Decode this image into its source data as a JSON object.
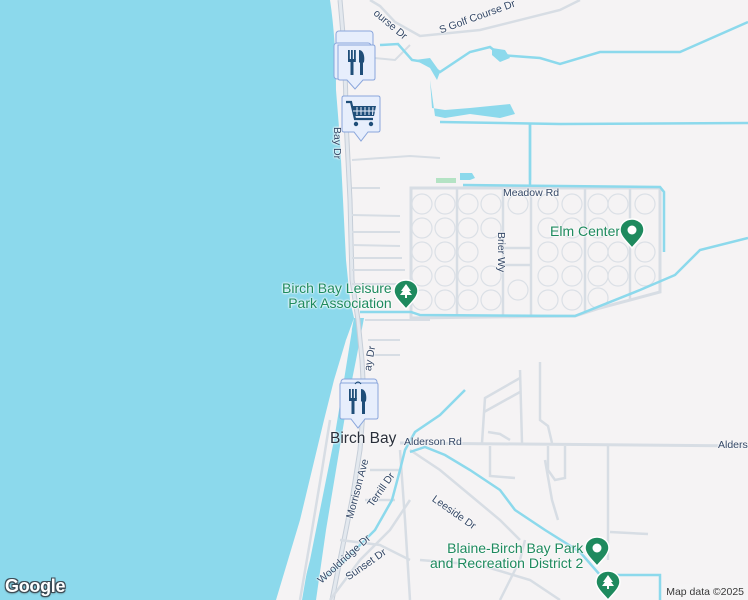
{
  "map": {
    "colors": {
      "land": "#f5f3f4",
      "water": "#8cd9ec",
      "road": "#d7dde4",
      "road_outline": "#c6ced8",
      "park_green": "#1e8a5e",
      "poi_blue": "#1f4e79",
      "poi_fill": "#e7eefc"
    },
    "road_labels": {
      "golf_course_dr": "ourse Dr",
      "s_golf_course_dr": "S Golf Course Dr",
      "bay_dr_north": "Bay Dr",
      "bay_dr_south": "ay Dr",
      "meadow_rd": "Meadow Rd",
      "brier_wy": "Brier Wy",
      "alderson_rd": "Alderson Rd",
      "alderson_rd_east": "Alders",
      "morrison_ave": "Morrison Ave",
      "terrill_dr": "Terrill Dr",
      "leeside_dr": "Leeside Dr",
      "wooldridge_dr": "Wooldridge Dr",
      "sunset_dr": "Sunset Dr"
    },
    "place_labels": {
      "birch_bay": "Birch Bay"
    },
    "poi": {
      "elm_center": "Elm Center",
      "leisure_park_line1": "Birch Bay Leisure",
      "leisure_park_line2": "Park Association",
      "blaine_park_line1": "Blaine-Birch Bay Park",
      "blaine_park_line2": "and Recreation District 2"
    },
    "markers": [
      {
        "type": "restaurant",
        "icon": "fork-knife-icon",
        "stacked": true
      },
      {
        "type": "shopping",
        "icon": "shopping-cart-icon"
      },
      {
        "type": "restaurant",
        "icon": "fork-knife-icon",
        "stacked": true
      }
    ],
    "branding": {
      "logo": "Google",
      "attribution": "Map data ©2025"
    }
  }
}
